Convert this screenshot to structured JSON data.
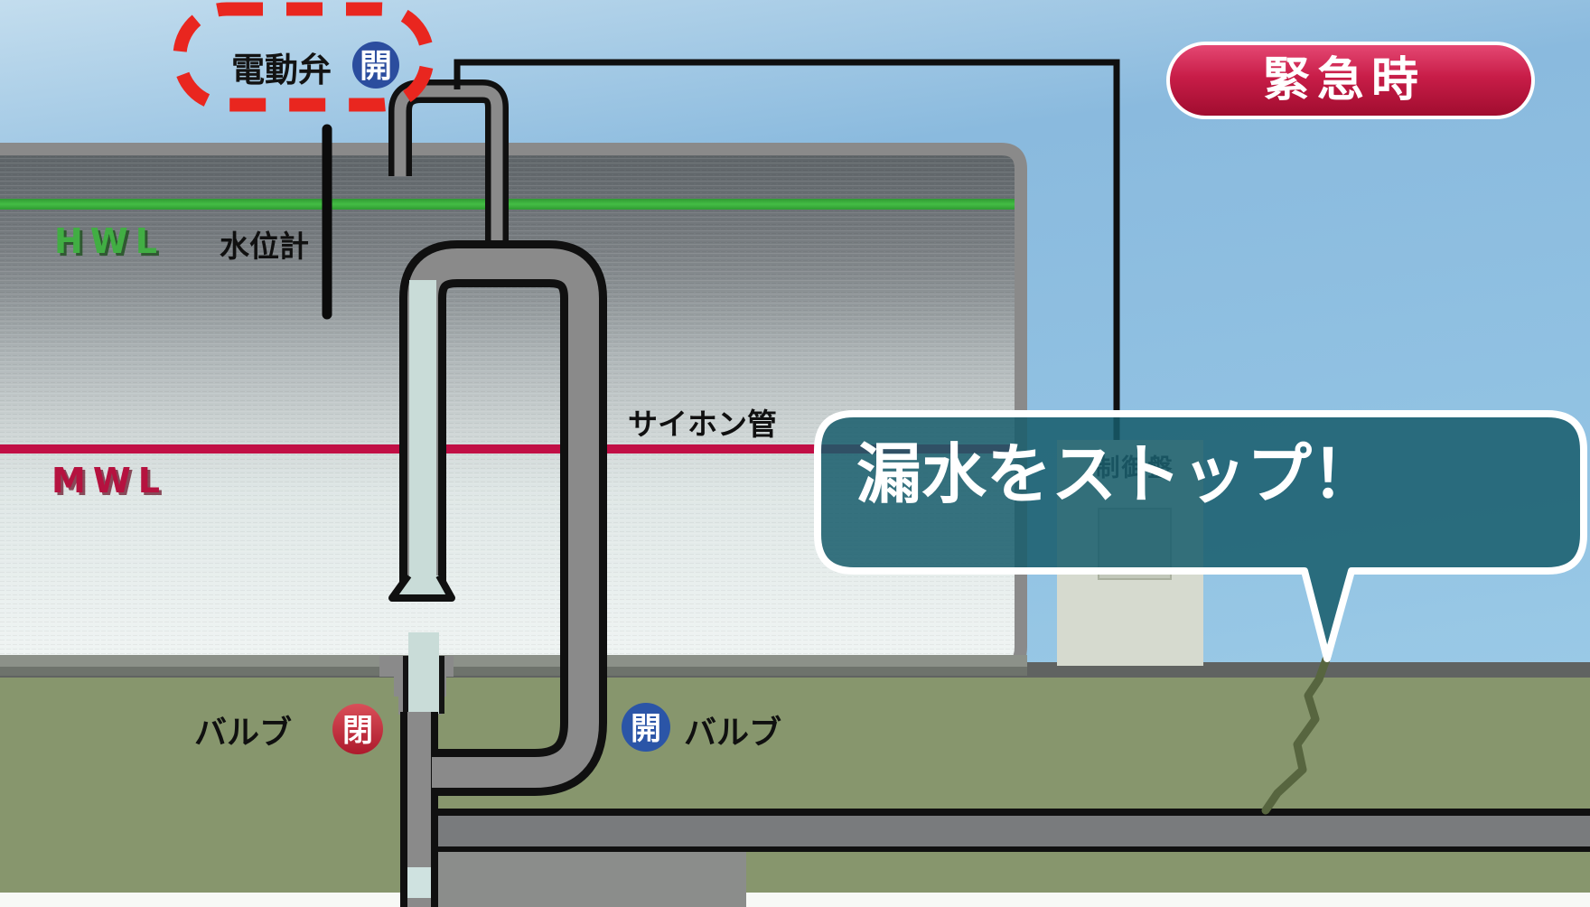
{
  "scene": {
    "emergency_badge": "緊急時",
    "bubble_text": "漏水をストップ！",
    "electric_valve_label": "電動弁",
    "electric_valve_state": "開",
    "water_level_high": "HWL",
    "water_level_mid": "MWL",
    "gauge_label": "水位計",
    "siphon_label": "サイホン管",
    "control_panel_label": "制御盤",
    "valve_left_label": "バルブ",
    "valve_left_state": "閉",
    "valve_right_label": "バルブ",
    "valve_right_state": "開"
  },
  "colors": {
    "sky_top": "#bcd9ec",
    "sky_main": "#8cbce0",
    "ground_green": "#87966d",
    "ground_edge_gray": "#5f6260",
    "hwl_green": "#3cb53c",
    "mwl_crimson": "#c10f45",
    "bubble_teal": "#165c6b",
    "emergency_red_top": "#e23a6a",
    "emergency_red_bottom": "#9f0c2e",
    "valve_open_blue": "#2b55a7",
    "valve_closed_red": "#c32b3a",
    "callout_dashed_red": "#e9261f",
    "pipe_gray": "#8a8a8a",
    "pipe_water_blue": "#c9dcd8",
    "tank_water_dark": "#60666a",
    "tank_water_light": "#eef3f2",
    "panel_gray": "#d6dacf"
  }
}
